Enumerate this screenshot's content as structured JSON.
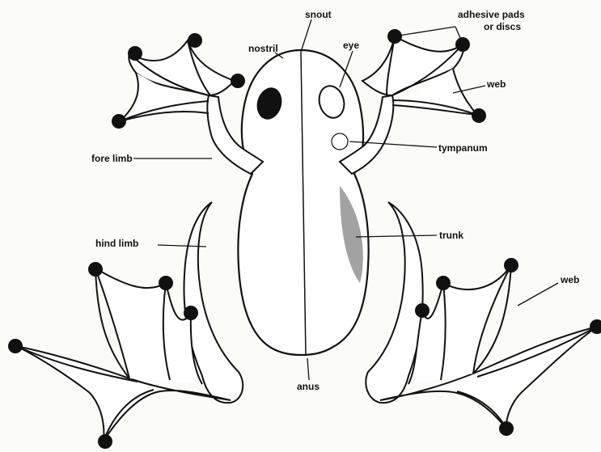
{
  "diagram": {
    "labels": {
      "snout": "snout",
      "nostril": "nostril",
      "eye": "eye",
      "adhesive_pads_line1": "adhesive pads",
      "adhesive_pads_line2": "or discs",
      "web_upper": "web",
      "tympanum": "tympanum",
      "fore_limb": "fore limb",
      "hind_limb": "hind limb",
      "trunk": "trunk",
      "web_lower": "web",
      "anus": "anus"
    },
    "colors": {
      "ink": "#111111",
      "paper": "#fbfbf8",
      "skin": "#ffffff"
    }
  }
}
